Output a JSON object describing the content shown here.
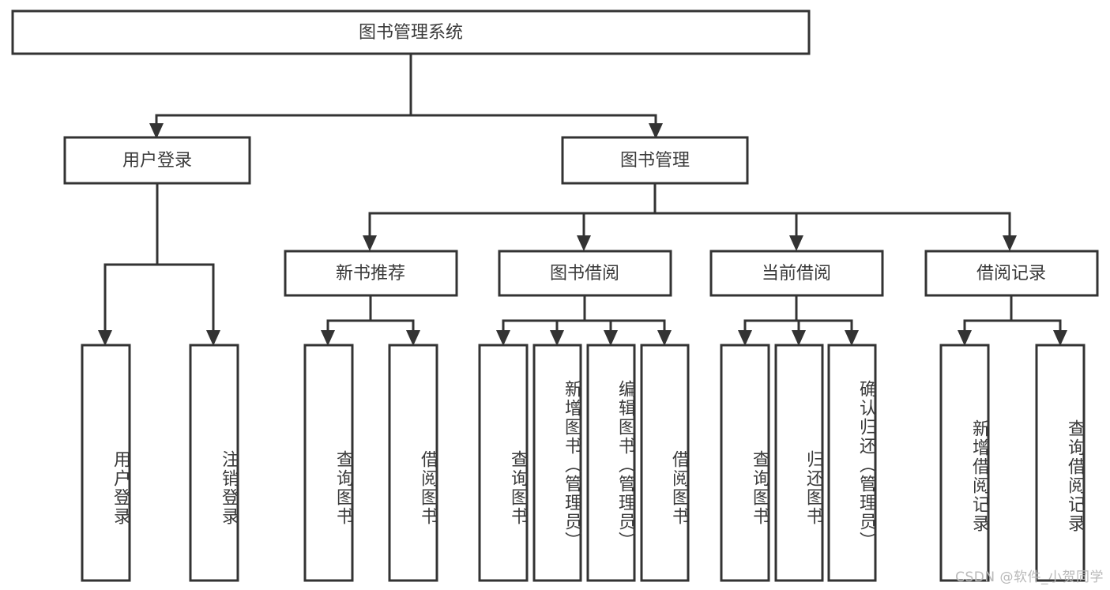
{
  "diagram": {
    "title": "图书管理系统",
    "type": "hierarchy-tree",
    "orientation": "top-down",
    "levels": 4
  },
  "root": {
    "label": "图书管理系统"
  },
  "level2": [
    {
      "id": "user-login",
      "label": "用户登录"
    },
    {
      "id": "book-management",
      "label": "图书管理"
    }
  ],
  "level3": [
    {
      "id": "new-book-recommend",
      "label": "新书推荐"
    },
    {
      "id": "book-borrow",
      "label": "图书借阅"
    },
    {
      "id": "current-borrow",
      "label": "当前借阅"
    },
    {
      "id": "borrow-record",
      "label": "借阅记录"
    }
  ],
  "leaves": {
    "user_login": [
      {
        "id": "leaf-user-login",
        "label": "用户登录"
      },
      {
        "id": "leaf-logout",
        "label": "注销登录"
      }
    ],
    "new_book_recommend": [
      {
        "id": "leaf-query-book-1",
        "label": "查询图书"
      },
      {
        "id": "leaf-borrow-book-1",
        "label": "借阅图书"
      }
    ],
    "book_borrow": [
      {
        "id": "leaf-query-book-2",
        "label": "查询图书"
      },
      {
        "id": "leaf-add-book",
        "label": "新增图书（管理员）"
      },
      {
        "id": "leaf-edit-book",
        "label": "编辑图书（管理员）"
      },
      {
        "id": "leaf-borrow-book-2",
        "label": "借阅图书"
      }
    ],
    "current_borrow": [
      {
        "id": "leaf-query-book-3",
        "label": "查询图书"
      },
      {
        "id": "leaf-return-book",
        "label": "归还图书"
      },
      {
        "id": "leaf-confirm-return",
        "label": "确认归还（管理员）"
      }
    ],
    "borrow_record": [
      {
        "id": "leaf-add-record",
        "label": "新增借阅记录"
      },
      {
        "id": "leaf-query-record",
        "label": "查询借阅记录"
      }
    ]
  },
  "watermark": {
    "text": "CSDN @软件_小贺同学"
  },
  "colors": {
    "stroke": "#333333",
    "box_fill": "#ffffff",
    "text": "#3a3a3a",
    "watermark": "#b9b9b9",
    "background": "#ffffff"
  }
}
